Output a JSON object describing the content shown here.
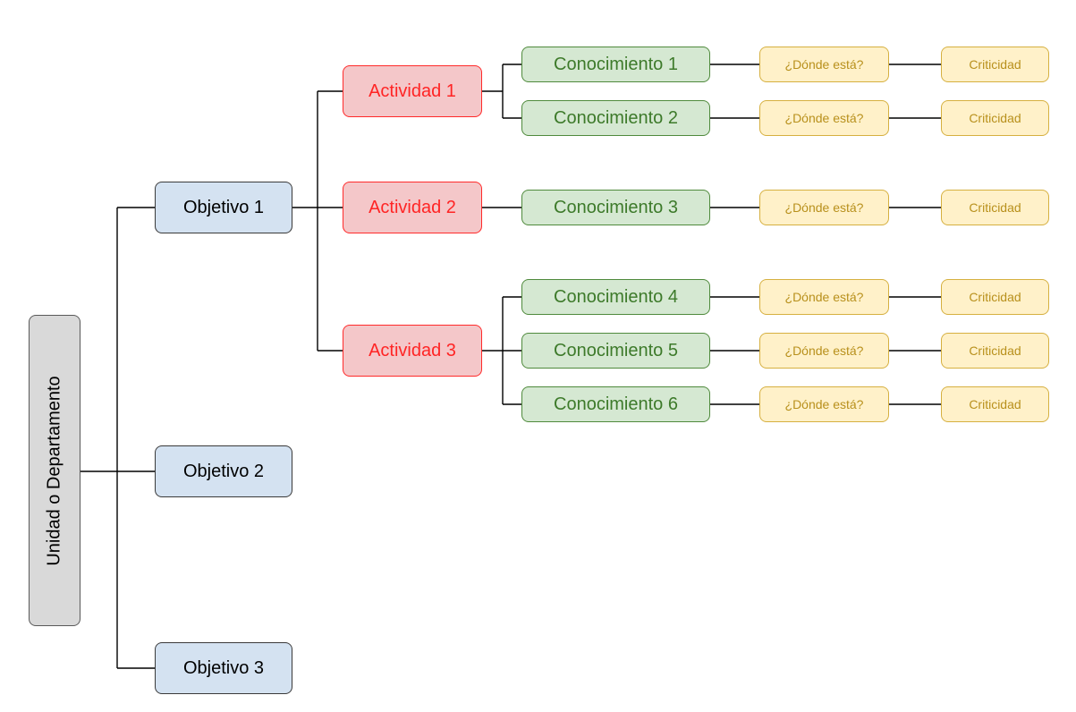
{
  "root": {
    "label": "Unidad o Departamento"
  },
  "objectives": [
    {
      "label": "Objetivo 1"
    },
    {
      "label": "Objetivo 2"
    },
    {
      "label": "Objetivo 3"
    }
  ],
  "activities": [
    {
      "label": "Actividad 1"
    },
    {
      "label": "Actividad 2"
    },
    {
      "label": "Actividad 3"
    }
  ],
  "knowledge": [
    {
      "label": "Conocimiento 1",
      "location": "¿Dónde está?",
      "criticality": "Criticidad"
    },
    {
      "label": "Conocimiento 2",
      "location": "¿Dónde está?",
      "criticality": "Criticidad"
    },
    {
      "label": "Conocimiento 3",
      "location": "¿Dónde está?",
      "criticality": "Criticidad"
    },
    {
      "label": "Conocimiento 4",
      "location": "¿Dónde está?",
      "criticality": "Criticidad"
    },
    {
      "label": "Conocimiento 5",
      "location": "¿Dónde está?",
      "criticality": "Criticidad"
    },
    {
      "label": "Conocimiento 6",
      "location": "¿Dónde está?",
      "criticality": "Criticidad"
    }
  ],
  "colors": {
    "root_fill": "#d9d9d9",
    "objective_fill": "#d4e2f1",
    "activity_fill": "#f4c7c9",
    "activity_text": "#ff2424",
    "knowledge_fill": "#d5e8d2",
    "knowledge_text": "#3d7a2a",
    "detail_fill": "#fff1c9",
    "detail_text": "#b8901c"
  }
}
